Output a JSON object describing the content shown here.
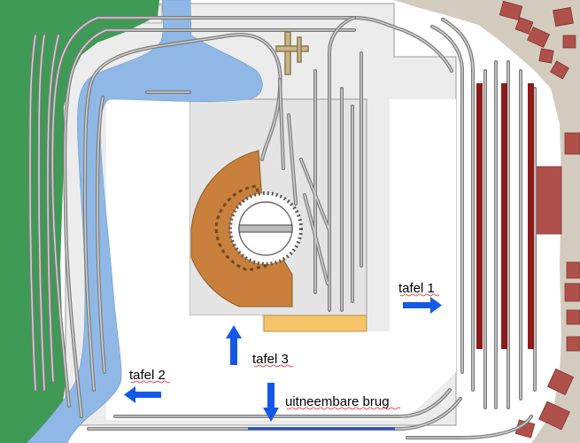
{
  "labels": {
    "tafel1": "tafel 1",
    "tafel2": "tafel 2",
    "tafel3": "tafel 3",
    "brug": "uitneembare brug"
  },
  "colors": {
    "grass": "#3f9a55",
    "water": "#8fb8e6",
    "town": "#d4cbbf",
    "building": "#b0504a",
    "platform": "#8b1a1a",
    "arrow": "#1459e6",
    "board": "#ececec",
    "turntable": "#c8803c",
    "bridge": "#f5c46a"
  }
}
